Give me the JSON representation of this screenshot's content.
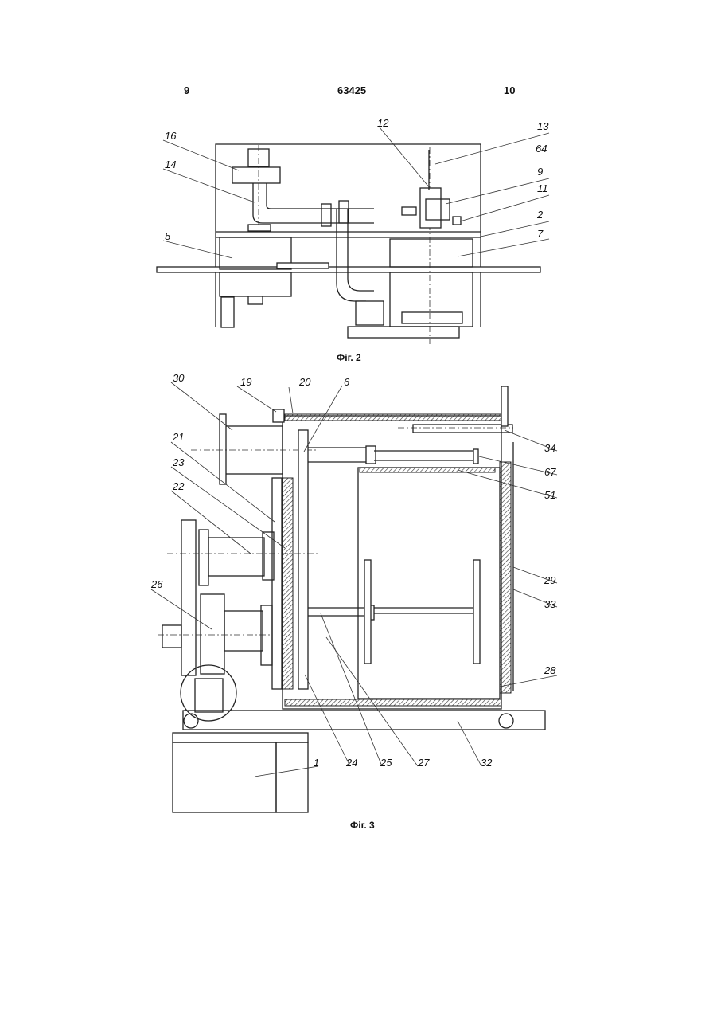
{
  "header": {
    "page_left": "9",
    "patent_number": "63425",
    "page_right": "10"
  },
  "figures": [
    {
      "caption": "Фіг. 2",
      "labels": [
        "16",
        "14",
        "5",
        "12",
        "13",
        "64",
        "9",
        "11",
        "2",
        "7"
      ]
    },
    {
      "caption": "Фіг. 3",
      "labels": [
        "30",
        "19",
        "20",
        "6",
        "21",
        "23",
        "22",
        "26",
        "34",
        "67",
        "51",
        "29",
        "33",
        "28",
        "24",
        "25",
        "27",
        "32",
        "1"
      ]
    }
  ]
}
